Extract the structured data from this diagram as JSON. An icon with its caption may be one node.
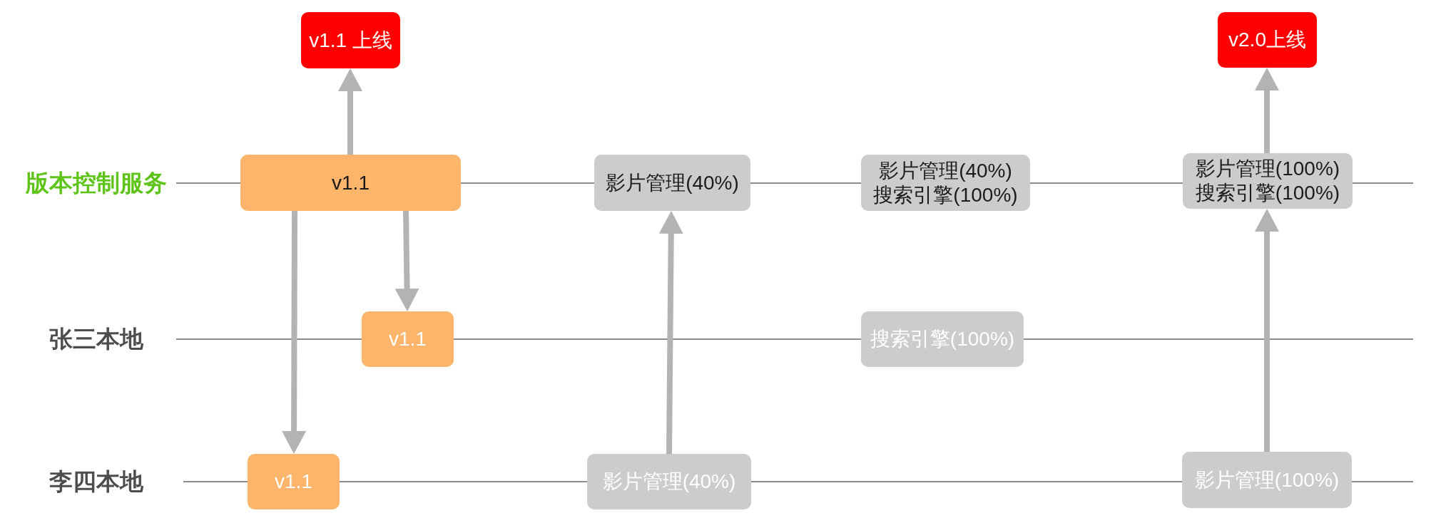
{
  "diagram": {
    "nodes": [
      {
        "text": [
          "v1.1 上线"
        ]
      },
      {
        "text": [
          "v2.0上线"
        ]
      },
      {
        "text": [
          "v1.1"
        ]
      },
      {
        "text": [
          "影片管理(40%)"
        ]
      },
      {
        "text": [
          "影片管理(40%)",
          "搜索引擎(100%)"
        ]
      },
      {
        "text": [
          "影片管理(100%)",
          "搜索引擎(100%)"
        ]
      },
      {
        "text": [
          "v1.1"
        ]
      },
      {
        "text": [
          "搜索引擎(100%)"
        ]
      },
      {
        "text": [
          "v1.1"
        ]
      },
      {
        "text": [
          "影片管理(40%)"
        ]
      },
      {
        "text": [
          "影片管理(100%)"
        ]
      }
    ],
    "edges": [
      {
        "from": 2,
        "to": 0,
        "arrow": "to"
      },
      {
        "from": 2,
        "to": 8,
        "arrow": "to"
      },
      {
        "from": 2,
        "to": 6,
        "arrow": "to"
      },
      {
        "from": 9,
        "to": 3,
        "arrow": "to"
      },
      {
        "from": 5,
        "to": 1,
        "arrow": "to"
      },
      {
        "from": 10,
        "to": 5,
        "arrow": "to"
      }
    ],
    "labels": [
      "版本控制服务",
      "张三本地",
      "李四本地"
    ]
  }
}
